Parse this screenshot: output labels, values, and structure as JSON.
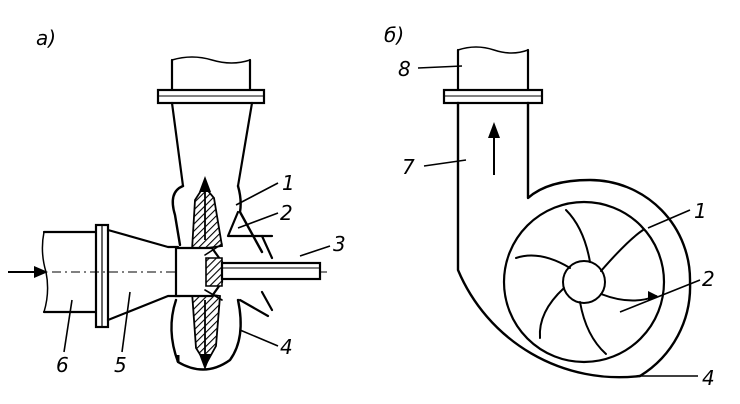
{
  "panels": [
    {
      "id": "a",
      "letter": "а)",
      "labels": {
        "l1": "1",
        "l2": "2",
        "l3": "3",
        "l4": "4",
        "l5": "5",
        "l6": "6"
      }
    },
    {
      "id": "b",
      "letter": "б)",
      "labels": {
        "l1": "1",
        "l2": "2",
        "l4": "4",
        "l7": "7",
        "l8": "8"
      }
    }
  ],
  "colors": {
    "ink": "#000000",
    "paper": "#ffffff",
    "hatch": "#000000"
  }
}
